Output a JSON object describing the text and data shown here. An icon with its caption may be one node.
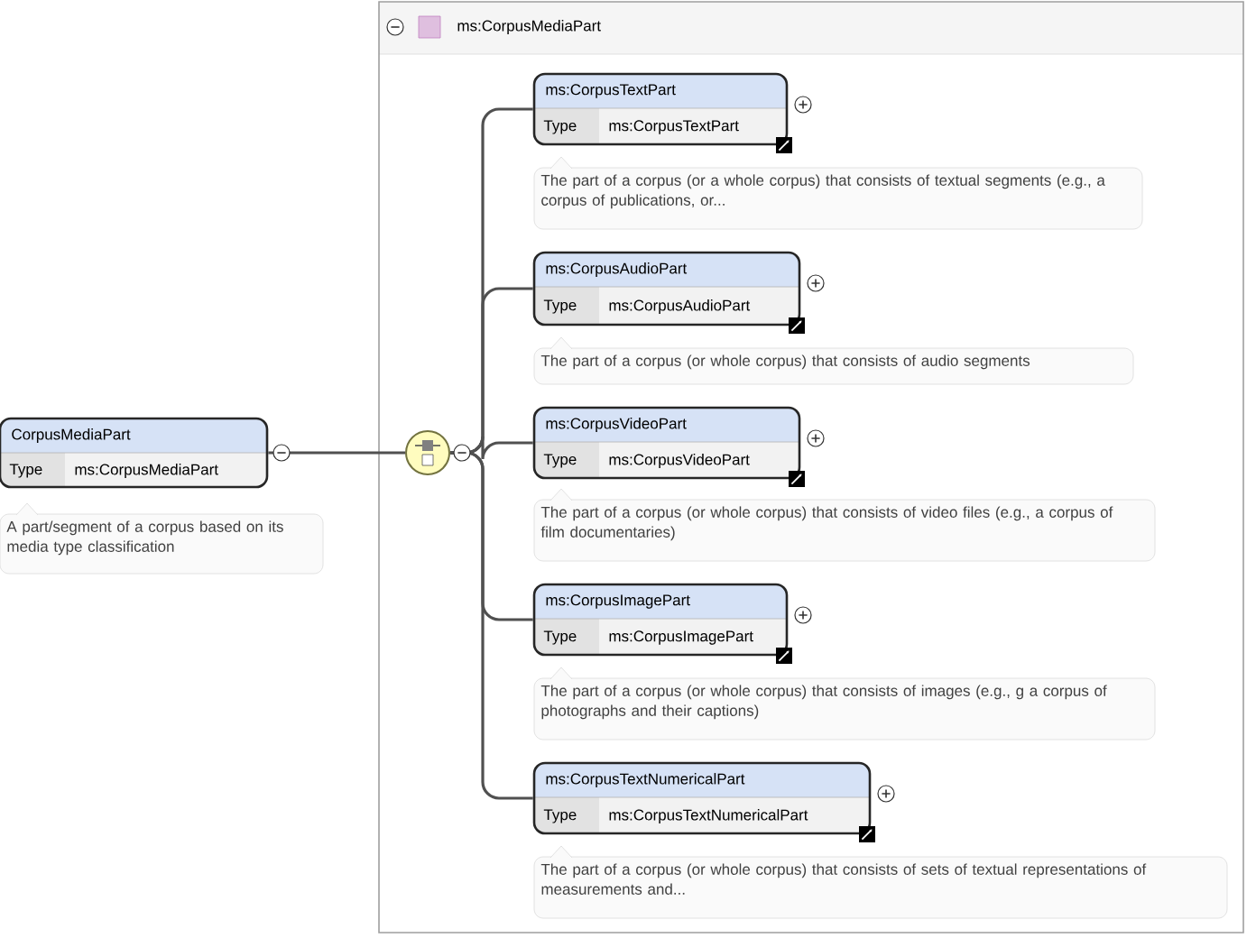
{
  "diagram": {
    "nodes": [
      {
        "text": [
          "ms:CorpusMediaPart"
        ]
      },
      {
        "text": [
          "CorpusMediaPart",
          "Type",
          "ms:CorpusMediaPart"
        ],
        "beside": [
          "A part/segment of a corpus based on its media type classification"
        ]
      },
      {
        "text": [],
        "shape": "circle",
        "in": 0
      },
      {
        "text": [
          "ms:CorpusTextPart",
          "Type",
          "ms:CorpusTextPart"
        ],
        "beside": [
          "The part of a corpus (or a whole corpus) that consists of textual segments (e.g., a corpus of publications, or..."
        ],
        "in": 0
      },
      {
        "text": [
          "ms:CorpusAudioPart",
          "Type",
          "ms:CorpusAudioPart"
        ],
        "beside": [
          "The part of a corpus (or whole corpus) that consists of audio segments"
        ],
        "in": 0
      },
      {
        "text": [
          "ms:CorpusVideoPart",
          "Type",
          "ms:CorpusVideoPart"
        ],
        "beside": [
          "The part of a corpus (or whole corpus) that consists of video files (e.g., a corpus of film documentaries)"
        ],
        "in": 0
      },
      {
        "text": [
          "ms:CorpusImagePart",
          "Type",
          "ms:CorpusImagePart"
        ],
        "beside": [
          "The part of a corpus (or whole corpus) that consists of images (e.g., g a corpus of photographs and their captions)"
        ],
        "in": 0
      },
      {
        "text": [
          "ms:CorpusTextNumericalPart",
          "Type",
          "ms:CorpusTextNumericalPart"
        ],
        "beside": [
          "The part of a corpus (or whole corpus) that consists of sets of textual representations of measurements and..."
        ],
        "in": 0
      }
    ],
    "edges": [
      {
        "from": 1,
        "to": 2,
        "arrow": "none"
      },
      {
        "from": 2,
        "to": 3,
        "arrow": "none"
      },
      {
        "from": 2,
        "to": 4,
        "arrow": "none"
      },
      {
        "from": 2,
        "to": 5,
        "arrow": "none"
      },
      {
        "from": 2,
        "to": 6,
        "arrow": "none"
      },
      {
        "from": 2,
        "to": 7,
        "arrow": "none"
      }
    ]
  }
}
